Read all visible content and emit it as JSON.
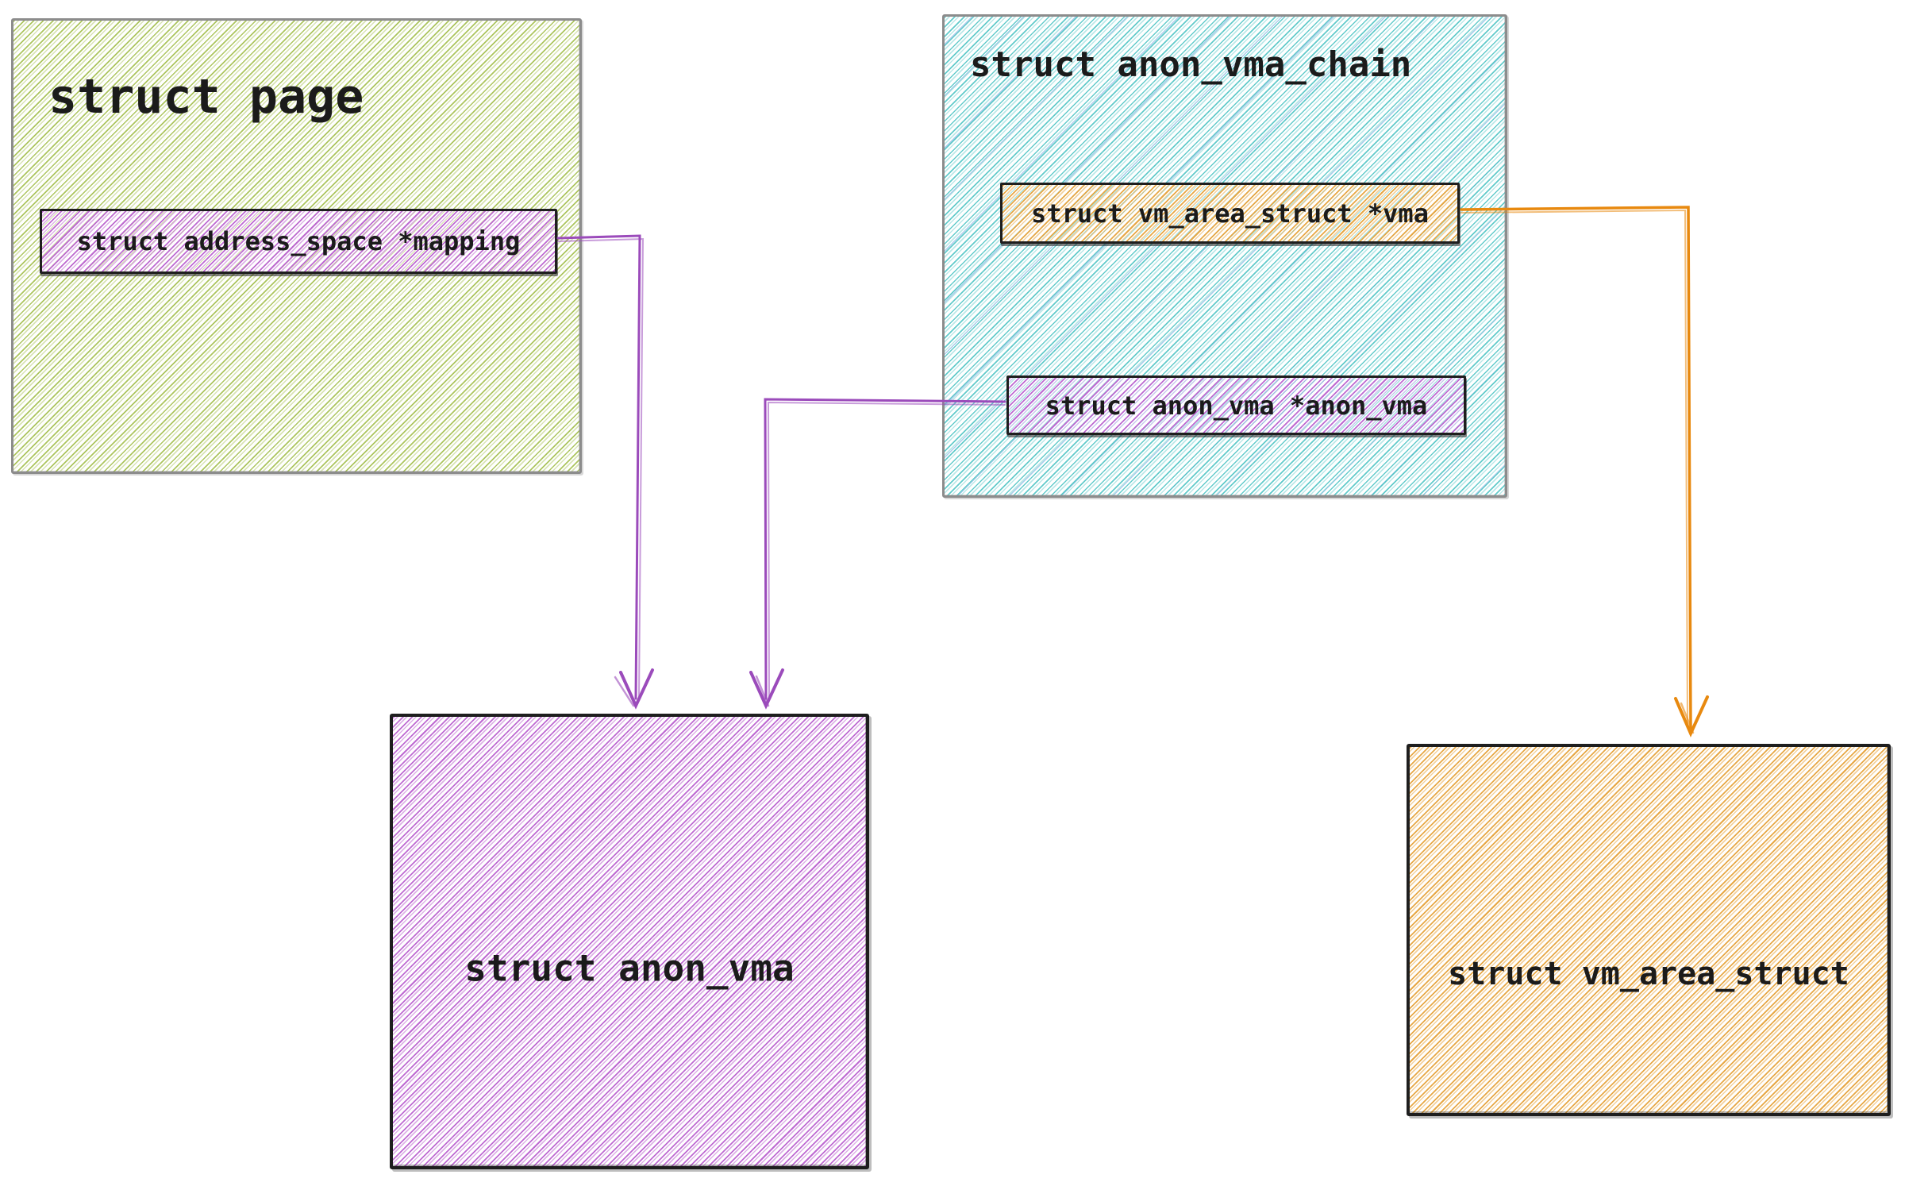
{
  "diagram": {
    "background": "#ffffff",
    "boxes": {
      "page": {
        "title": "struct page",
        "fields": [
          {
            "id": "mapping",
            "label": "struct address_space *mapping"
          }
        ]
      },
      "anon_vma_chain": {
        "title": "struct anon_vma_chain",
        "fields": [
          {
            "id": "vma",
            "label": "struct vm_area_struct *vma"
          },
          {
            "id": "anon_vma",
            "label": "struct anon_vma *anon_vma"
          }
        ]
      },
      "anon_vma": {
        "title": "struct anon_vma"
      },
      "vm_area_struct": {
        "title": "struct vm_area_struct"
      }
    },
    "colors": {
      "text": "#1b1b1b",
      "gray_border": "#8c8c8c",
      "black_border": "#1e1e1e",
      "green_hatch": "#a8c256",
      "teal_hatch": "#52c5c5",
      "purple_hatch": "#bb63cf",
      "amber_hatch": "#e6a33c",
      "purple_arrow": "#9b4bbb",
      "orange_arrow": "#e8890f"
    },
    "arrows": [
      {
        "name": "mapping-to-anon-vma",
        "from": "page.mapping",
        "to": "anon_vma",
        "color_ref": "purple_arrow"
      },
      {
        "name": "anon-vma-field-to-anon-vma",
        "from": "anon_vma_chain.anon_vma",
        "to": "anon_vma",
        "color_ref": "purple_arrow"
      },
      {
        "name": "vma-field-to-vm-area-struct",
        "from": "anon_vma_chain.vma",
        "to": "vm_area_struct",
        "color_ref": "orange_arrow"
      }
    ]
  }
}
